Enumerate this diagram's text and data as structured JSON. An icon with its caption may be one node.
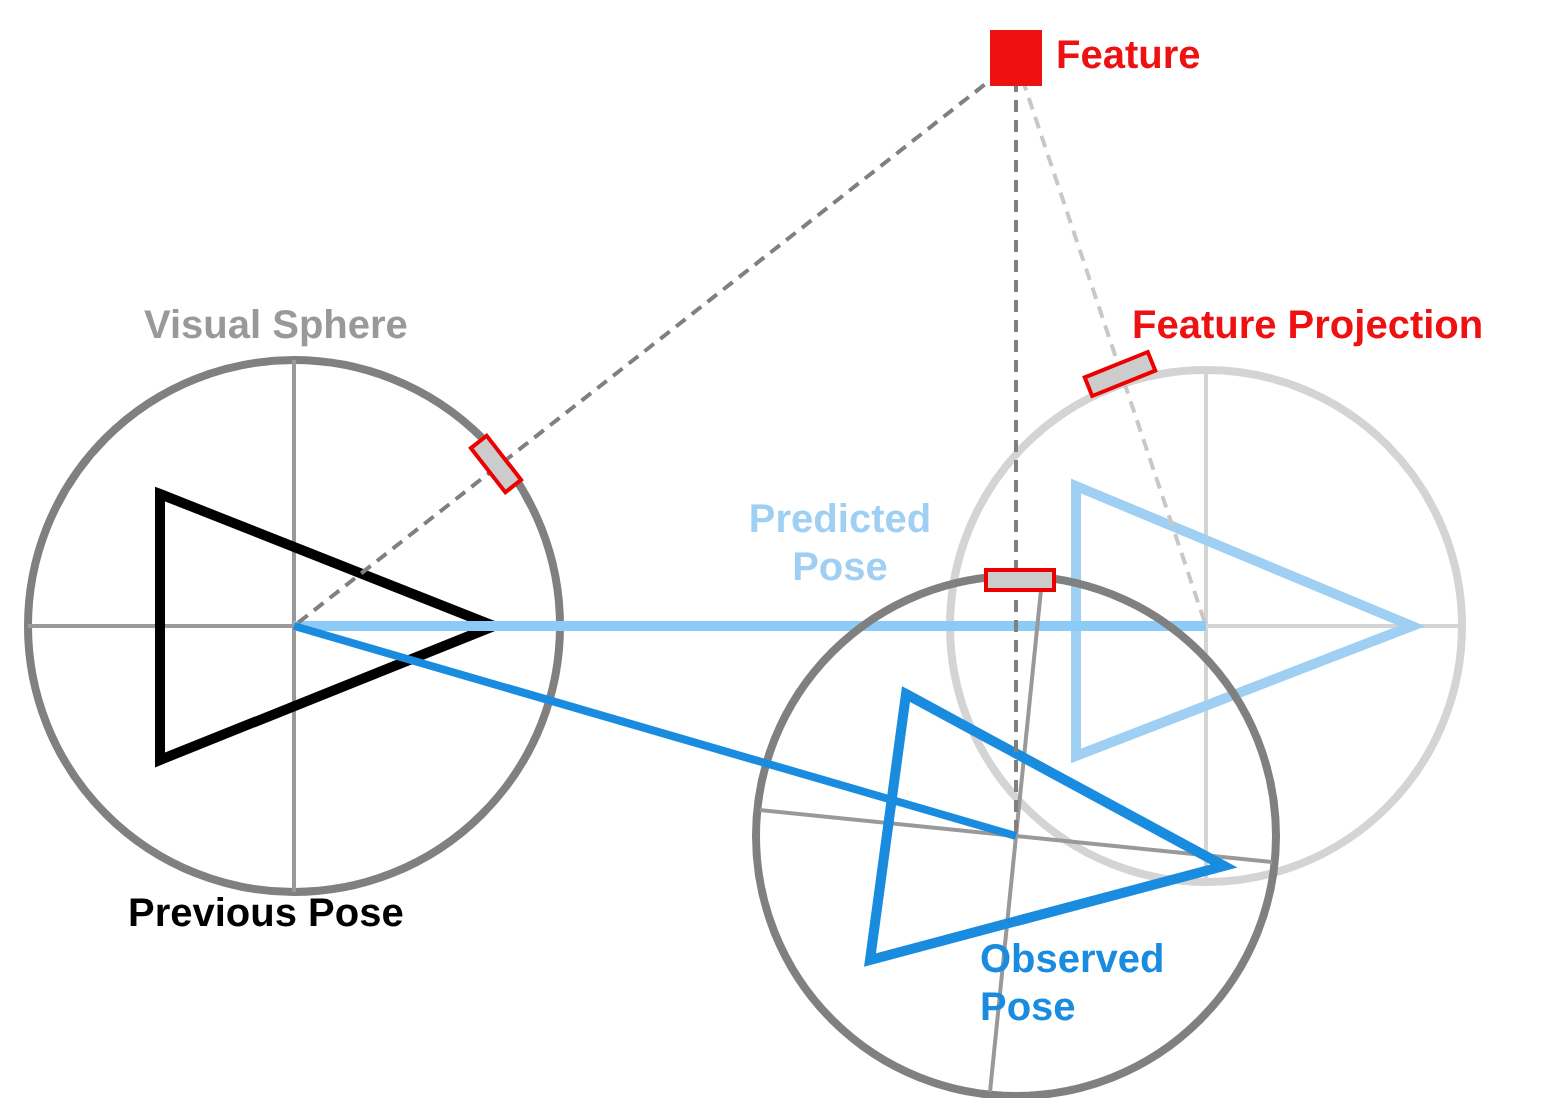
{
  "diagram": {
    "labels": [
      "Feature",
      "Visual Sphere",
      "Feature Projection",
      "Predicted Pose",
      "Previous Pose",
      "Observed Pose"
    ]
  }
}
